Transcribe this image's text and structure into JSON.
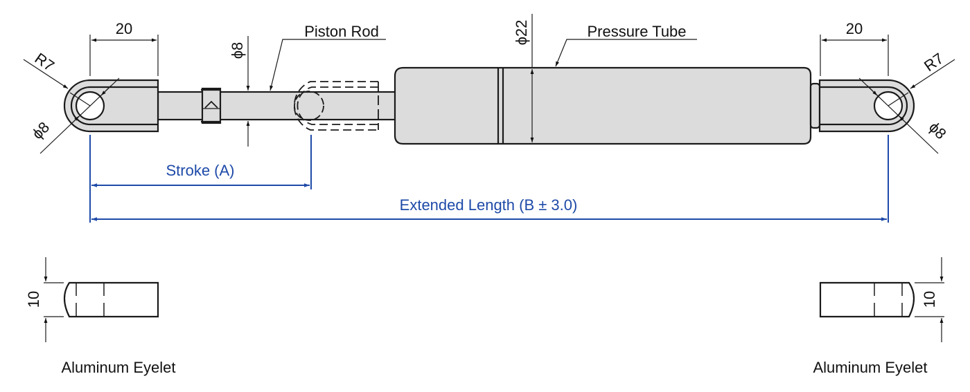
{
  "title": "Gas Spring Dimensional Drawing",
  "colors": {
    "outline": "#1a1a1a",
    "part_fill": "#dcdcdc",
    "dimension_blue": "#1e4aa8",
    "background": "#ffffff"
  },
  "labels": {
    "piston_rod": "Piston Rod",
    "pressure_tube": "Pressure Tube",
    "stroke": "Stroke (A)",
    "extended_length": "Extended Length (B ± 3.0)",
    "left_eyelet": "Aluminum Eyelet",
    "right_eyelet": "Aluminum Eyelet"
  },
  "dimensions": {
    "left_eyelet_length": "20",
    "right_eyelet_length": "20",
    "left_eyelet_radius": "R7",
    "right_eyelet_radius": "R7",
    "left_hole_diameter": "ϕ8",
    "right_hole_diameter": "ϕ8",
    "rod_diameter": "ϕ8",
    "tube_diameter": "ϕ22",
    "left_eyelet_thickness": "10",
    "right_eyelet_thickness": "10"
  }
}
